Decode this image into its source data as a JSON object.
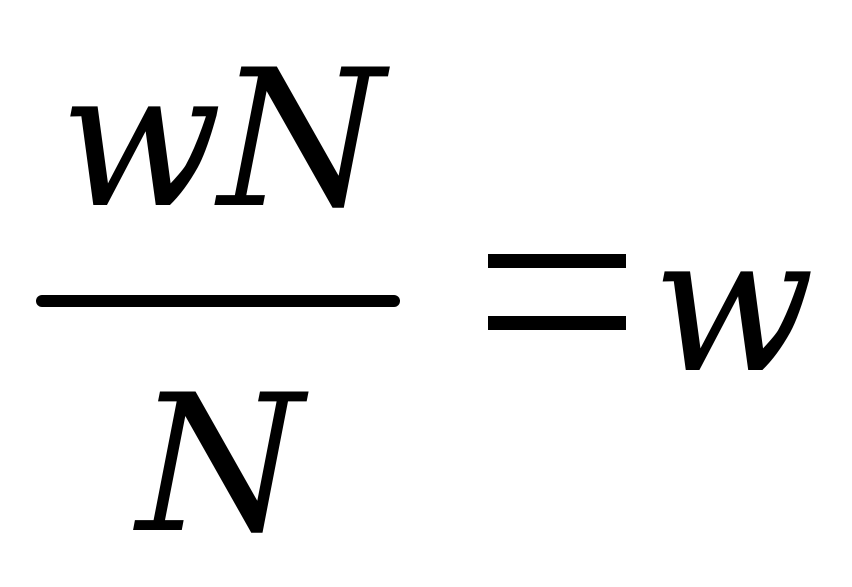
{
  "equation": {
    "numerator": "wN",
    "denominator": "N",
    "rhs": "w"
  }
}
